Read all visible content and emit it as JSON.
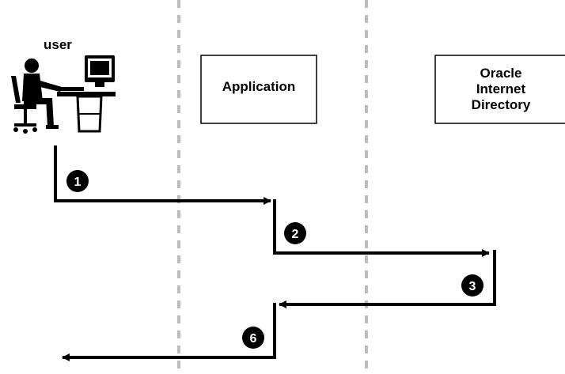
{
  "user": {
    "label": "user",
    "icon": "user-at-computer-icon"
  },
  "components": {
    "application": {
      "label": "Application"
    },
    "oid": {
      "lines": [
        "Oracle",
        "Internet",
        "Directory"
      ]
    }
  },
  "steps": [
    {
      "number": "1",
      "direction": "user-to-application"
    },
    {
      "number": "2",
      "direction": "application-to-oid"
    },
    {
      "number": "3",
      "direction": "oid-to-application"
    },
    {
      "number": "6",
      "direction": "application-to-user"
    }
  ],
  "colors": {
    "line": "#000000",
    "divider": "#bdbdbd",
    "box_border": "#000000",
    "background": "#ffffff"
  }
}
